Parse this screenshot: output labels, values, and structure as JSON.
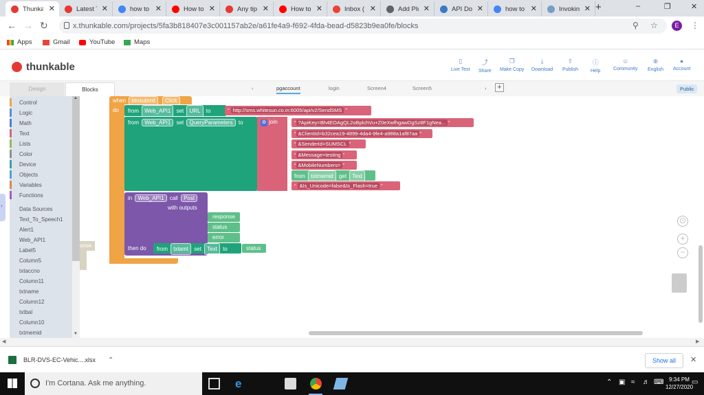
{
  "browser": {
    "tabs": [
      {
        "label": "Thunka",
        "color": "#e53935",
        "active": true
      },
      {
        "label": "Latest T",
        "color": "#e53935"
      },
      {
        "label": "how to",
        "color": "#4285f4"
      },
      {
        "label": "How to",
        "color": "#ff0000"
      },
      {
        "label": "Any tip",
        "color": "#e53935"
      },
      {
        "label": "How to",
        "color": "#ff0000"
      },
      {
        "label": "Inbox (",
        "color": "#ea4335"
      },
      {
        "label": "Add Plu",
        "color": "#5f6368"
      },
      {
        "label": "API Do",
        "color": "#3b78c4"
      },
      {
        "label": "how to",
        "color": "#4285f4"
      },
      {
        "label": "Invokin",
        "color": "#7a9cc6"
      }
    ],
    "url": "x.thunkable.com/projects/5fa3b818407e3c001157ab2e/a61fe4a9-f692-4fda-bead-d5823b9ea0fe/blocks",
    "profile_initial": "E",
    "bookmarks": [
      "Apps",
      "Gmail",
      "YouTube",
      "Maps"
    ]
  },
  "header": {
    "brand": "thunkable",
    "tools": [
      "Live Test",
      "Share",
      "Make Copy",
      "Download",
      "Publish",
      "Help",
      "Community",
      "English",
      "Account"
    ]
  },
  "editor": {
    "design_tab": "Design",
    "blocks_tab": "Blocks",
    "screens": [
      "pgaccount",
      "login",
      "Screen4",
      "Screen5"
    ],
    "active_screen": "pgaccount",
    "visibility": "Public"
  },
  "sidebar": {
    "builtin": [
      {
        "label": "Control",
        "color": "#f0a445"
      },
      {
        "label": "Logic",
        "color": "#5b8fd6"
      },
      {
        "label": "Math",
        "color": "#4a7fd0"
      },
      {
        "label": "Text",
        "color": "#d96479"
      },
      {
        "label": "Lists",
        "color": "#8fbf4a"
      },
      {
        "label": "Color",
        "color": "#8f8f8f"
      },
      {
        "label": "Device",
        "color": "#3aa0a5"
      },
      {
        "label": "Objects",
        "color": "#4fa0d6"
      },
      {
        "label": "Variables",
        "color": "#d98a4a"
      },
      {
        "label": "Functions",
        "color": "#a05cbf"
      }
    ],
    "components": [
      "Data Sources",
      "Text_To_Speech1",
      "Alert1",
      "Web_API1",
      "Label5",
      "Column5",
      "txtaccno",
      "Column11",
      "txtname",
      "Column12",
      "txtbal",
      "Column10",
      "txtmemid"
    ]
  },
  "blocks": {
    "when": "when",
    "btn": "btnsubmit",
    "event": "Click",
    "do": "do",
    "from": "from",
    "set": "set",
    "to": "to",
    "web_api": "Web_API1",
    "url_prop": "URL",
    "url_value": "http://sms.whitesun.co.in:6005/api/v2/SendSMS",
    "query_prop": "QueryParameters",
    "join": "join",
    "join_items": [
      "?ApiKey=Bh4EOAgQL2oBplchVu+Z0eXwfhgawDgSz8F1gNea...",
      "&ClientId=b32cea19-4899-4da4-9fe4-a988a1af87aa",
      "&SenderId=SUMSCL",
      "&Message=testing",
      "&MobileNumbers="
    ],
    "memid": "txtmemid",
    "get": "get",
    "text_prop": "Text",
    "unicode": "&Is_Unicode=false&Is_Flash=true",
    "in": "in",
    "call": "call",
    "method": "Post",
    "with_outputs": "with outputs",
    "outputs": [
      "response",
      "status",
      "error"
    ],
    "then_do": "then do",
    "txtamt": "txtamt",
    "status": "status",
    "faded": "onse"
  },
  "download": {
    "file": "BLR-DVS-EC-Vehic....xlsx",
    "show_all": "Show all"
  },
  "taskbar": {
    "cortana": "I'm Cortana. Ask me anything.",
    "time": "9:34 PM",
    "date": "12/27/2020"
  }
}
